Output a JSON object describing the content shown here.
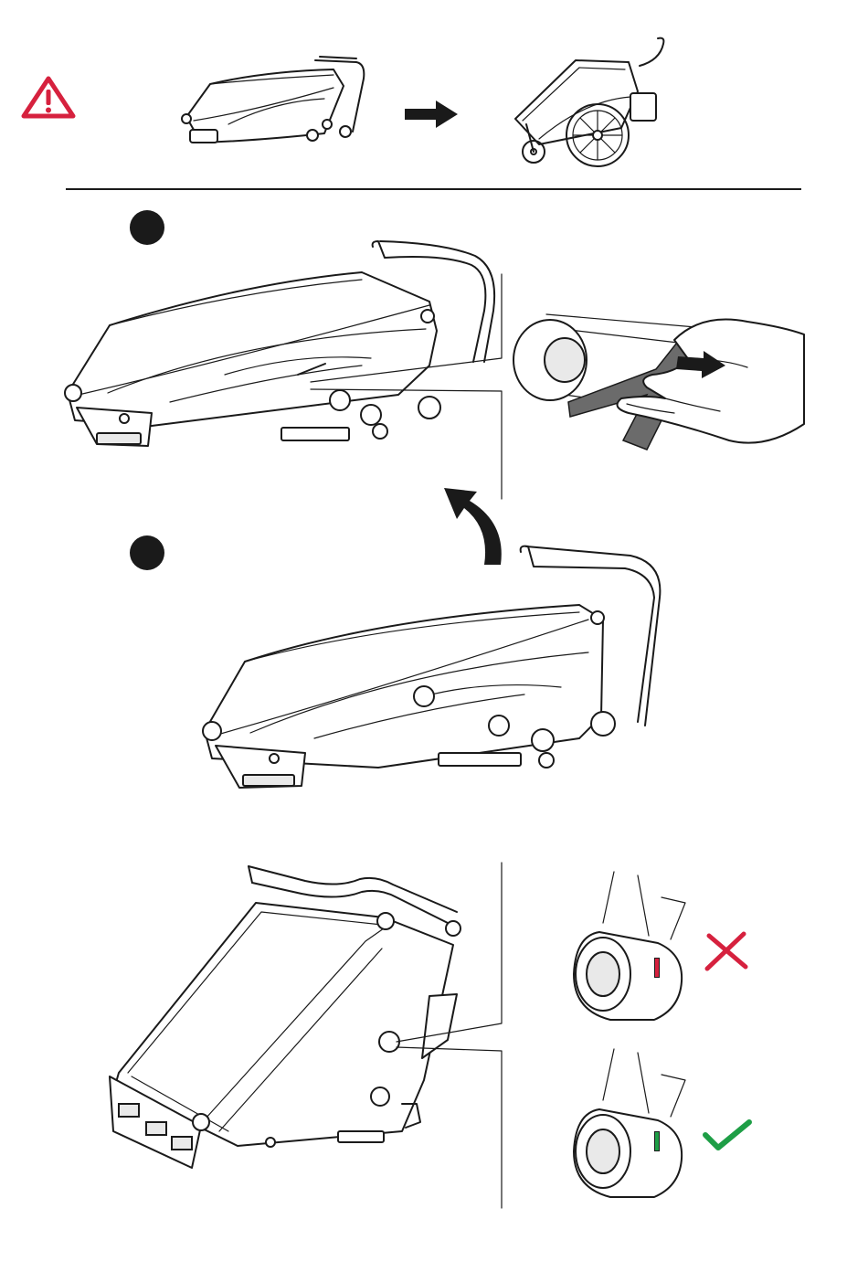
{
  "warning": {
    "icon": "warning-triangle-icon",
    "color": "#d6213e"
  },
  "header_arrow": {
    "icon": "right-arrow-icon"
  },
  "steps": [
    {
      "marker": "step-1-dot"
    },
    {
      "marker": "step-2-dot"
    }
  ],
  "rotate_arrow": {
    "icon": "curved-up-arrow-icon"
  },
  "indicators": [
    {
      "state": "incorrect",
      "indicator_color": "#d6213e",
      "mark_icon": "cross-icon",
      "mark_color": "#d6213e"
    },
    {
      "state": "correct",
      "indicator_color": "#1e9e46",
      "mark_icon": "check-icon",
      "mark_color": "#1e9e46"
    }
  ]
}
